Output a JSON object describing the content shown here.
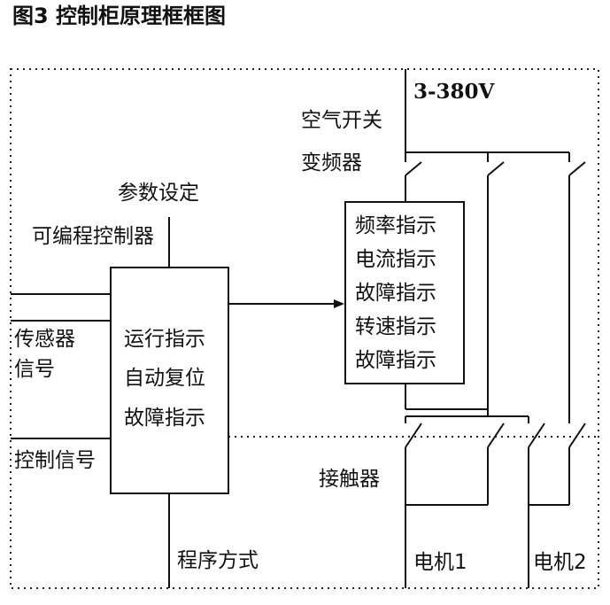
{
  "title": "图3 控制柜原理框框图",
  "supply": "3-380V",
  "air_switch": "空气开关",
  "inverter": "变频器",
  "param_setting": "参数设定",
  "plc": "可编程控制器",
  "sensor_signal": [
    "传感器",
    "信号"
  ],
  "control_signal": "控制信号",
  "program_mode": "程序方式",
  "contactor": "接触器",
  "motor1": "电机1",
  "motor2": "电机2",
  "plc_box_lines": [
    "运行指示",
    "自动复位",
    "故障指示"
  ],
  "inverter_box_lines": [
    "频率指示",
    "电流指示",
    "故障指示",
    "转速指示",
    "故障指示"
  ]
}
